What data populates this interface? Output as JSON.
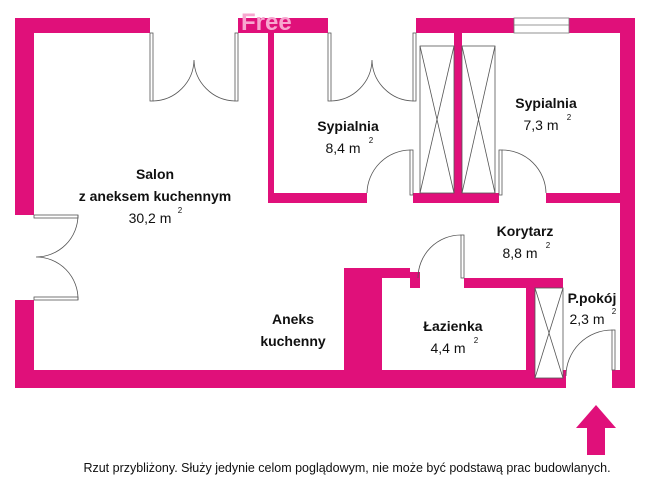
{
  "colors": {
    "wall": "#e0107a",
    "background": "#ffffff"
  },
  "watermark": "Free",
  "rooms": [
    {
      "name_lines": [
        "Salon",
        "z aneksem kuchennym"
      ],
      "area": "30,2 m",
      "unit_sup": "2"
    },
    {
      "name_lines": [
        "Sypialnia"
      ],
      "area": "8,4 m",
      "unit_sup": "2"
    },
    {
      "name_lines": [
        "Sypialnia"
      ],
      "area": "7,3 m",
      "unit_sup": "2"
    },
    {
      "name_lines": [
        "Korytarz"
      ],
      "area": "8,8 m",
      "unit_sup": "2"
    },
    {
      "name_lines": [
        "Łazienka"
      ],
      "area": "4,4 m",
      "unit_sup": "2"
    },
    {
      "name_lines": [
        "P.pokój"
      ],
      "area": "2,3 m",
      "unit_sup": "2"
    },
    {
      "name_lines": [
        "Aneks",
        "kuchenny"
      ]
    }
  ],
  "entrance_icon": "arrow-up-icon",
  "footer": "Rzut przybliżony. Służy jedynie celom poglądowym, nie może być podstawą prac budowlanych."
}
